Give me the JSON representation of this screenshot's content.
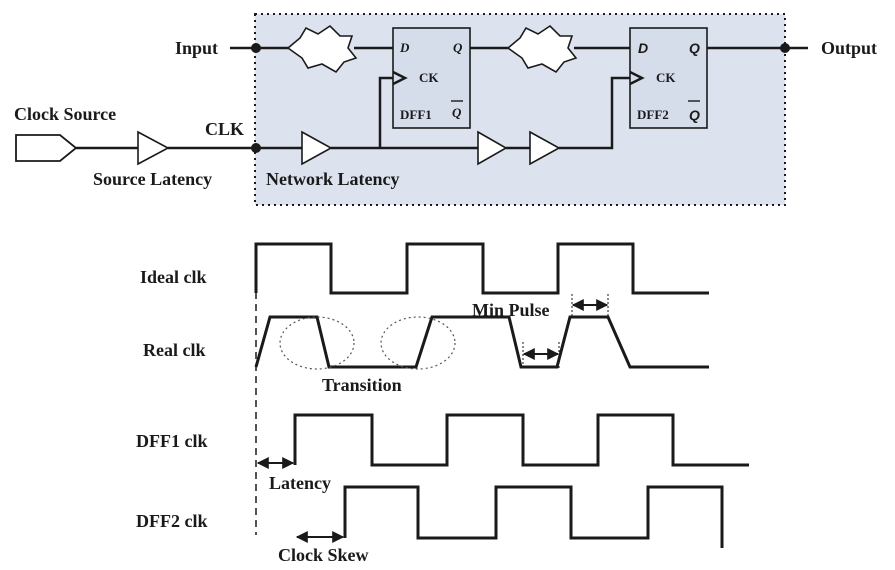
{
  "circuit": {
    "input_label": "Input",
    "output_label": "Output",
    "clock_source_label": "Clock Source",
    "clk_label": "CLK",
    "source_latency_label": "Source Latency",
    "network_latency_label": "Network Latency",
    "dff1": {
      "d": "D",
      "q": "Q",
      "ck": "CK",
      "name": "DFF1",
      "qbar": "Q"
    },
    "dff2": {
      "d": "D",
      "q": "Q",
      "ck": "CK",
      "name": "DFF2",
      "qbar": "Q"
    }
  },
  "waveforms": {
    "ideal_label": "Ideal clk",
    "real_label": "Real clk",
    "dff1_label": "DFF1 clk",
    "dff2_label": "DFF2 clk",
    "transition_label": "Transition",
    "min_pulse_label": "Min Pulse",
    "latency_label": "Latency",
    "clock_skew_label": "Clock Skew"
  },
  "colors": {
    "shaded_region": "#d5dcea",
    "ink": "#1a1a1a"
  }
}
